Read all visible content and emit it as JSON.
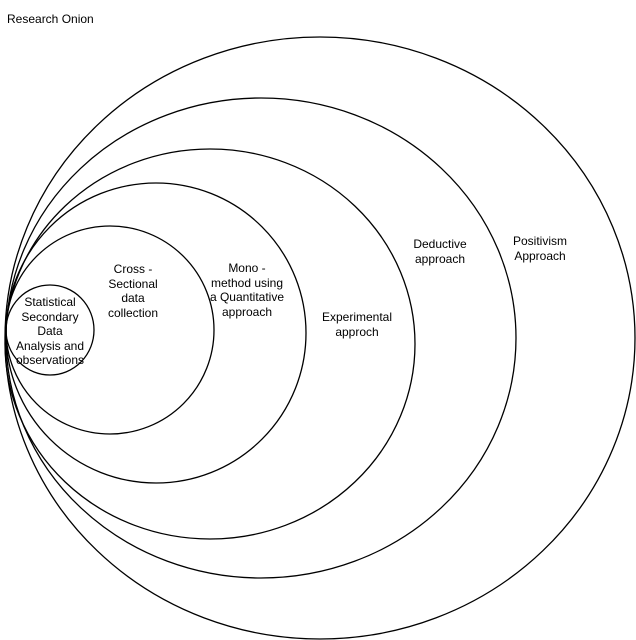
{
  "title": "Research Onion",
  "layers": [
    {
      "id": "positivism",
      "label": "Positivism\nApproach"
    },
    {
      "id": "deductive",
      "label": "Deductive\napproach"
    },
    {
      "id": "experimental",
      "label": "Experimental\napproch"
    },
    {
      "id": "mono",
      "label": "Mono -\nmethod using\na Quantitative\napproach"
    },
    {
      "id": "cross",
      "label": "Cross -\nSectional\ndata\ncollection"
    },
    {
      "id": "statistical",
      "label": "Statistical\nSecondary\nData\nAnalysis and\nobservations"
    }
  ],
  "colors": {
    "stroke": "#000000",
    "background": "#ffffff",
    "text": "#000000"
  }
}
